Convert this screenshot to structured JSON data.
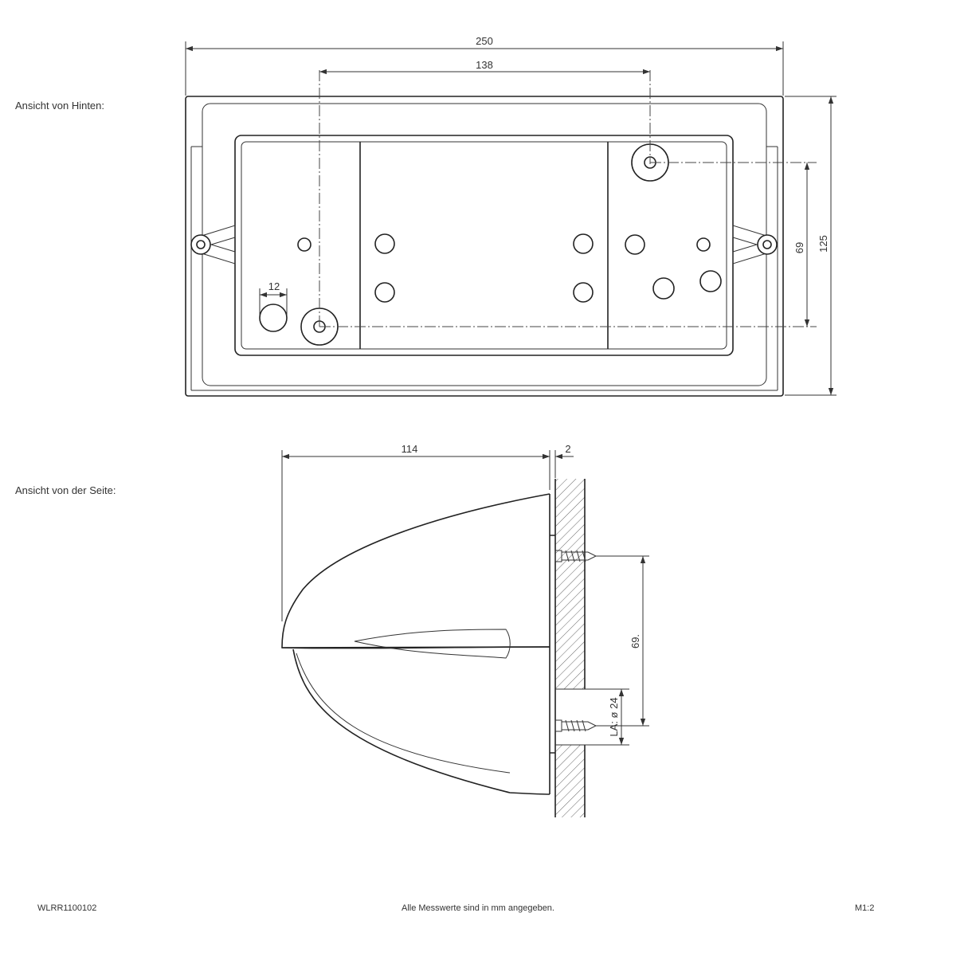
{
  "views": {
    "back_label": "Ansicht von Hinten:",
    "side_label": "Ansicht von der Seite:"
  },
  "dimensions": {
    "total_width": "250",
    "hole_spacing": "138",
    "height": "125",
    "vertical_spacing": "69",
    "hole_diameter": "12",
    "depth": "114",
    "plate_offset": "2",
    "side_spacing": "69.",
    "outlet": "LA: ø 24"
  },
  "footer": {
    "code": "WLRR1100102",
    "note": "Alle Messwerte sind in mm angegeben.",
    "scale": "M1:2"
  }
}
